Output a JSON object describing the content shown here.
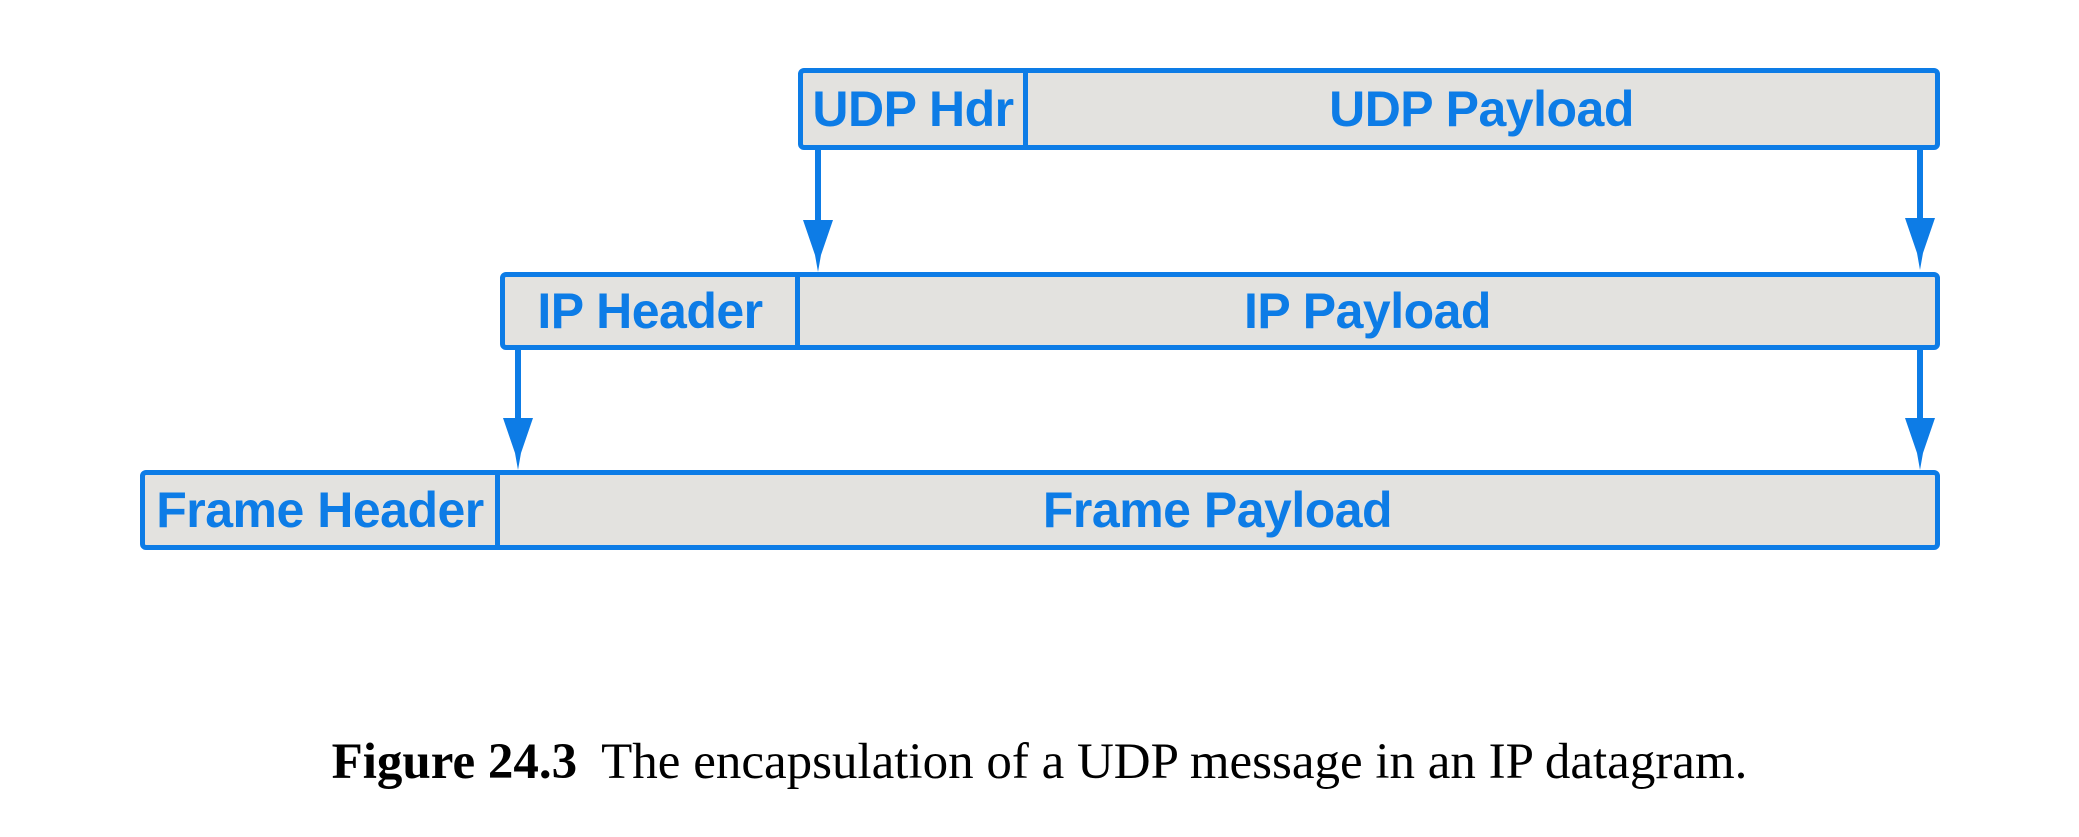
{
  "figure": {
    "rows": [
      {
        "name": "udp",
        "header": "UDP Hdr",
        "payload": "UDP Payload"
      },
      {
        "name": "ip",
        "header": "IP Header",
        "payload": "IP Payload"
      },
      {
        "name": "frame",
        "header": "Frame Header",
        "payload": "Frame Payload"
      }
    ],
    "arrows": [
      {
        "name": "udp-hdr-left-to-ip",
        "direction": "down"
      },
      {
        "name": "udp-payload-right-to-ip",
        "direction": "down"
      },
      {
        "name": "ip-header-left-to-frame",
        "direction": "down"
      },
      {
        "name": "ip-payload-right-to-frame",
        "direction": "down"
      }
    ],
    "caption": {
      "number": "Figure 24.3",
      "text": "The encapsulation of a UDP message in an IP datagram."
    },
    "colors": {
      "accent": "#0d7ce6",
      "box_fill": "#e3e2df",
      "background": "#ffffff",
      "caption": "#000000"
    }
  }
}
